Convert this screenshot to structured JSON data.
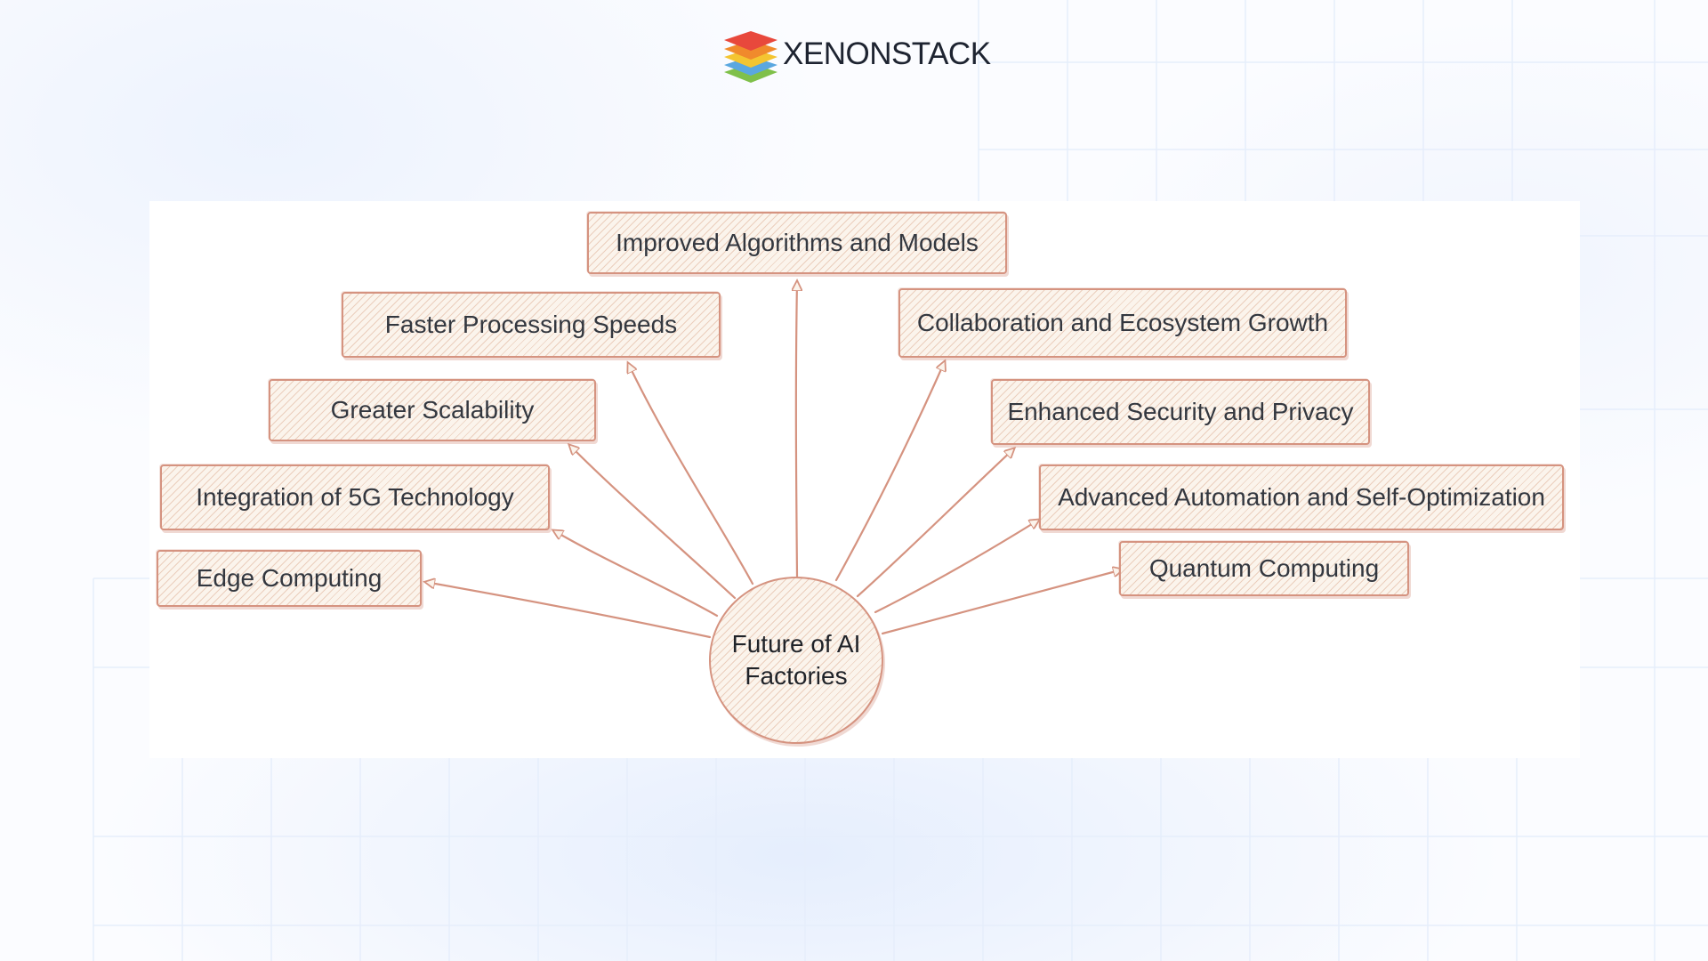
{
  "brand": {
    "name": "XENONSTACK",
    "logo_icon": "stacked-layers-logo",
    "logo_colors": [
      "#e8483c",
      "#f08a2c",
      "#f4c531",
      "#5aa7e0",
      "#7fc04a"
    ]
  },
  "diagram": {
    "hub": {
      "label": "Future of AI Factories"
    },
    "nodes": [
      {
        "label": "Improved Algorithms and Models"
      },
      {
        "label": "Faster Processing Speeds"
      },
      {
        "label": "Collaboration and Ecosystem Growth"
      },
      {
        "label": "Greater Scalability"
      },
      {
        "label": "Enhanced Security and Privacy"
      },
      {
        "label": "Integration of 5G Technology"
      },
      {
        "label": "Advanced Automation and Self-Optimization"
      },
      {
        "label": "Edge Computing"
      },
      {
        "label": "Quantum Computing"
      }
    ],
    "colors": {
      "stroke": "#d59380",
      "fill": "#fbf4ec",
      "text": "#33373f"
    }
  }
}
